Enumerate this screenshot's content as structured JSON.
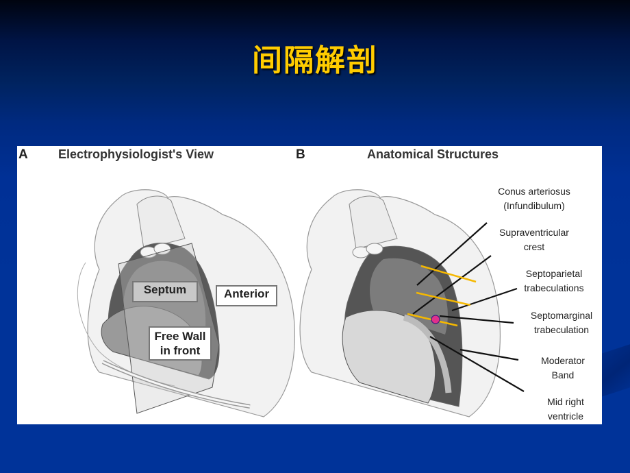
{
  "slide": {
    "title": "间隔解剖",
    "colors": {
      "title": "#ffcc00",
      "background_top": "#00040f",
      "background_bottom": "#003399",
      "marker_line": "#f5b800",
      "marker_dot": "#e0308c"
    }
  },
  "figure": {
    "panel_a": {
      "letter": "A",
      "title": "Electrophysiologist's View",
      "labels": {
        "septum": "Septum",
        "anterior": "Anterior",
        "free_wall_line1": "Free Wall",
        "free_wall_line2": "in front"
      }
    },
    "panel_b": {
      "letter": "B",
      "title": "Anatomical Structures",
      "labels": [
        {
          "line1": "Conus arteriosus",
          "line2": "(Infundibulum)"
        },
        {
          "line1": "Supraventricular",
          "line2": "crest"
        },
        {
          "line1": "Septoparietal",
          "line2": "trabeculations"
        },
        {
          "line1": "Septomarginal",
          "line2": "trabeculation"
        },
        {
          "line1": "Moderator",
          "line2": "Band"
        },
        {
          "line1": "Mid right",
          "line2": "ventricle"
        }
      ]
    }
  }
}
